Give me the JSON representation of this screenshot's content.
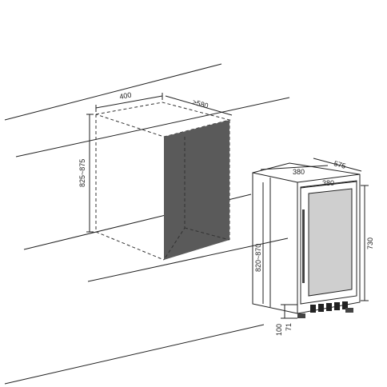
{
  "diagram": {
    "niche": {
      "width_label": "400",
      "depth_label": ">580",
      "height_label": "825~875"
    },
    "appliance": {
      "top_width_label": "380",
      "depth_label": "575",
      "front_width_label": "380",
      "height_label": "730",
      "total_height_label": "820~870",
      "feet_label": "100",
      "base_label": "71"
    },
    "colors": {
      "line": "#222222",
      "cavity": "#5a5a5a",
      "glass": "#cfcfcf"
    }
  }
}
